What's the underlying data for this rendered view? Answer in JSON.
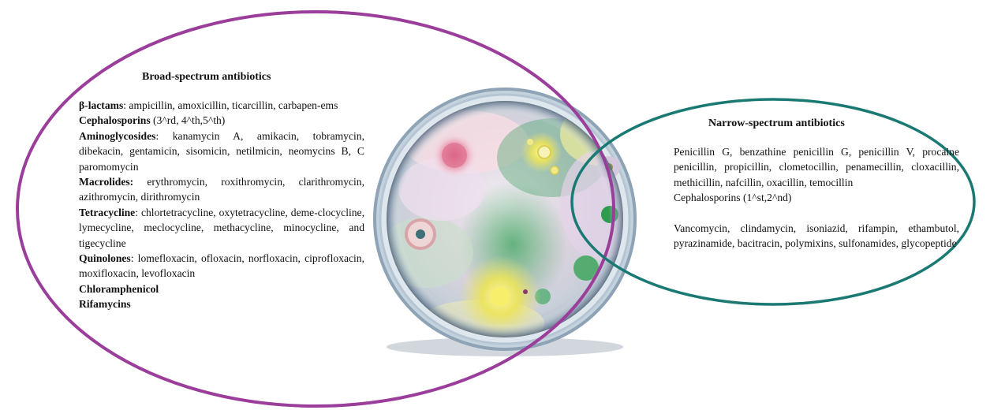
{
  "colors": {
    "broad_ellipse": "#9b3d9a",
    "narrow_ellipse": "#1a7a73",
    "dish_rim": "#9fb6c8",
    "colony_pink": "#e0708f",
    "colony_yellow": "#ece457",
    "colony_green": "#2f9b4f"
  },
  "image_description_icon": "petri-dish-with-bacterial-colonies",
  "broad": {
    "title": "Broad-spectrum antibiotics",
    "entries": [
      {
        "cls": "β-lactams",
        "text": ": ampicillin, amoxicillin, ticarcillin, carbapen-ems"
      },
      {
        "cls": "Cephalosporins",
        "text": " (3^rd, 4^th,5^th)"
      },
      {
        "cls": "Aminoglycosides",
        "text": ": kanamycin A, amikacin, tobramycin, dibekacin, gentamicin, sisomicin, netilmicin, neomycins B, C paromomycin"
      },
      {
        "cls": "Macrolides:",
        "text": " erythromycin, roxithromycin, clarithromycin, azithromycin, dirithromycin"
      },
      {
        "cls": "Tetracycline",
        "text": ": chlortetracycline, oxytetracycline, deme-clocycline, lymecycline, meclocycline, methacycline, minocycline, and tigecycline"
      },
      {
        "cls": "Quinolones",
        "text": ": lomefloxacin, ofloxacin, norfloxacin, ciprofloxacin, moxifloxacin, levofloxacin"
      },
      {
        "cls": "Chloramphenicol",
        "text": ""
      },
      {
        "cls": "Rifamycins",
        "text": ""
      }
    ]
  },
  "narrow": {
    "title": "Narrow-spectrum antibiotics",
    "para1": "Penicillin G, benzathine penicillin G, penicillin V, procaine penicillin, propicillin, clometocillin, penamecillin, cloxacillin, methicillin, nafcillin, oxacillin, temocillin",
    "para1b": "Cephalosporins (1^st,2^nd)",
    "para2": "Vancomycin, clindamycin, isoniazid, rifampin, ethambutol, pyrazinamide, bacitracin, polymixins, sulfonamides, glycopeptide"
  }
}
